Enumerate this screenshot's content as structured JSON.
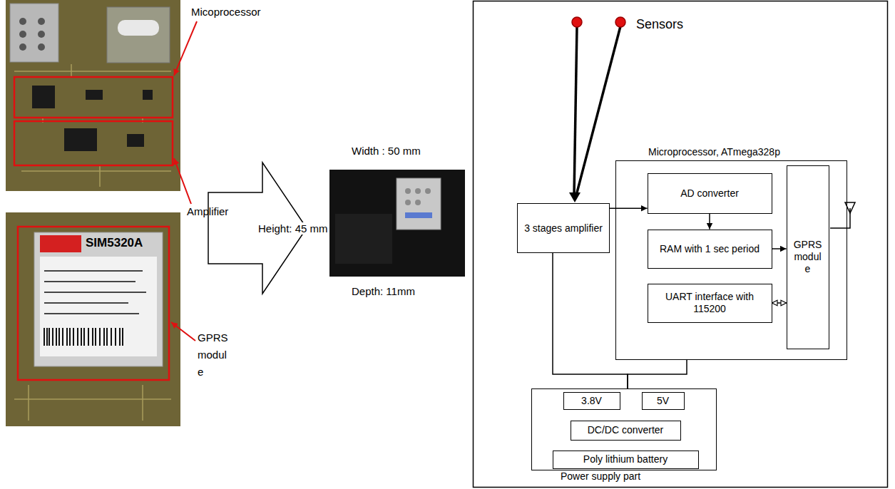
{
  "diagram": {
    "nodes": [
      {
        "text": [
          "3 stages amplifier"
        ]
      },
      {
        "text": [
          "Microprocessor, ATmega328p"
        ]
      },
      {
        "text": [
          "AD converter"
        ],
        "in": 1
      },
      {
        "text": [
          "RAM with 1 sec period"
        ],
        "in": 1
      },
      {
        "text": [
          "UART interface with 115200"
        ],
        "in": 1
      },
      {
        "text": [
          "GPRS modul e"
        ],
        "in": 1
      },
      {
        "text": [
          "Power supply part"
        ]
      },
      {
        "text": [
          "3.8V"
        ],
        "in": 6
      },
      {
        "text": [
          "5V"
        ],
        "in": 6
      },
      {
        "text": [
          "DC/DC converter"
        ],
        "in": 6
      },
      {
        "text": [
          "Poly lithium battery"
        ],
        "in": 6
      }
    ],
    "edges": [
      {
        "from": 0,
        "to": 2,
        "arrow": "to"
      },
      {
        "from": 2,
        "to": 3,
        "arrow": "to"
      },
      {
        "from": 3,
        "to": 5,
        "arrow": "to"
      },
      {
        "from": 4,
        "to": 5,
        "arrow": "both"
      },
      {
        "from": 0,
        "to": 6,
        "arrow": "none"
      },
      {
        "from": 1,
        "to": 6,
        "arrow": "none"
      }
    ],
    "labels": [
      "Micoprocessor",
      "Amplifier",
      "GPRS modul e",
      "SIM5320A",
      "Width : 50 mm",
      "Height: 45 mm",
      "Depth: 11mm",
      "Sensors"
    ]
  }
}
